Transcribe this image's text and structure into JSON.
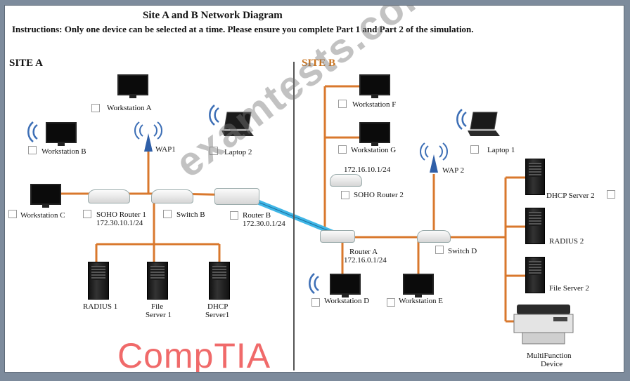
{
  "header": {
    "title": "Site A and B Network Diagram",
    "instructions": "Instructions: Only one device can be selected at a time. Please ensure you complete Part 1 and Part 2 of the simulation."
  },
  "sites": {
    "site_a": "SITE A",
    "site_b": "SITE B"
  },
  "devices": {
    "workstation_a": "Workstation A",
    "workstation_b": "Workstation B",
    "wap1": "WAP1",
    "laptop_2": "Laptop 2",
    "workstation_c": "Workstation C",
    "soho_router_1": "SOHO Router 1",
    "soho_router_1_ip": "172.30.10.1/24",
    "switch_b": "Switch B",
    "router_b": "Router B",
    "router_b_ip": "172.30.0.1/24",
    "radius_1": "RADIUS 1",
    "file_server_1_line1": "File",
    "file_server_1_line2": "Server 1",
    "dhcp_server_1_line1": "DHCP",
    "dhcp_server_1_line2": "Server1",
    "workstation_f": "Workstation F",
    "workstation_g": "Workstation G",
    "workstation_g_ip": "172.16.10.1/24",
    "soho_router_2": "SOHO Router 2",
    "wap_2": "WAP 2",
    "laptop_1": "Laptop 1",
    "router_a": "Router A",
    "router_a_ip": "172.16.0.1/24",
    "switch_d": "Switch D",
    "workstation_d": "Workstation D",
    "workstation_e": "Workstation E",
    "dhcp_server_2": "DHCP Server 2",
    "radius_2": "RADIUS 2",
    "file_server_2": "File Server 2",
    "multifunction_line1": "MultiFunction",
    "multifunction_line2": "Device"
  },
  "watermark": "examtests.com",
  "logo": "CompTIA",
  "colors": {
    "link": "#d9782d",
    "wan_link": "#3fb6e6",
    "site_b": "#c8721d",
    "logo": "#f06a6a",
    "wifi": "#3d6fb6"
  }
}
